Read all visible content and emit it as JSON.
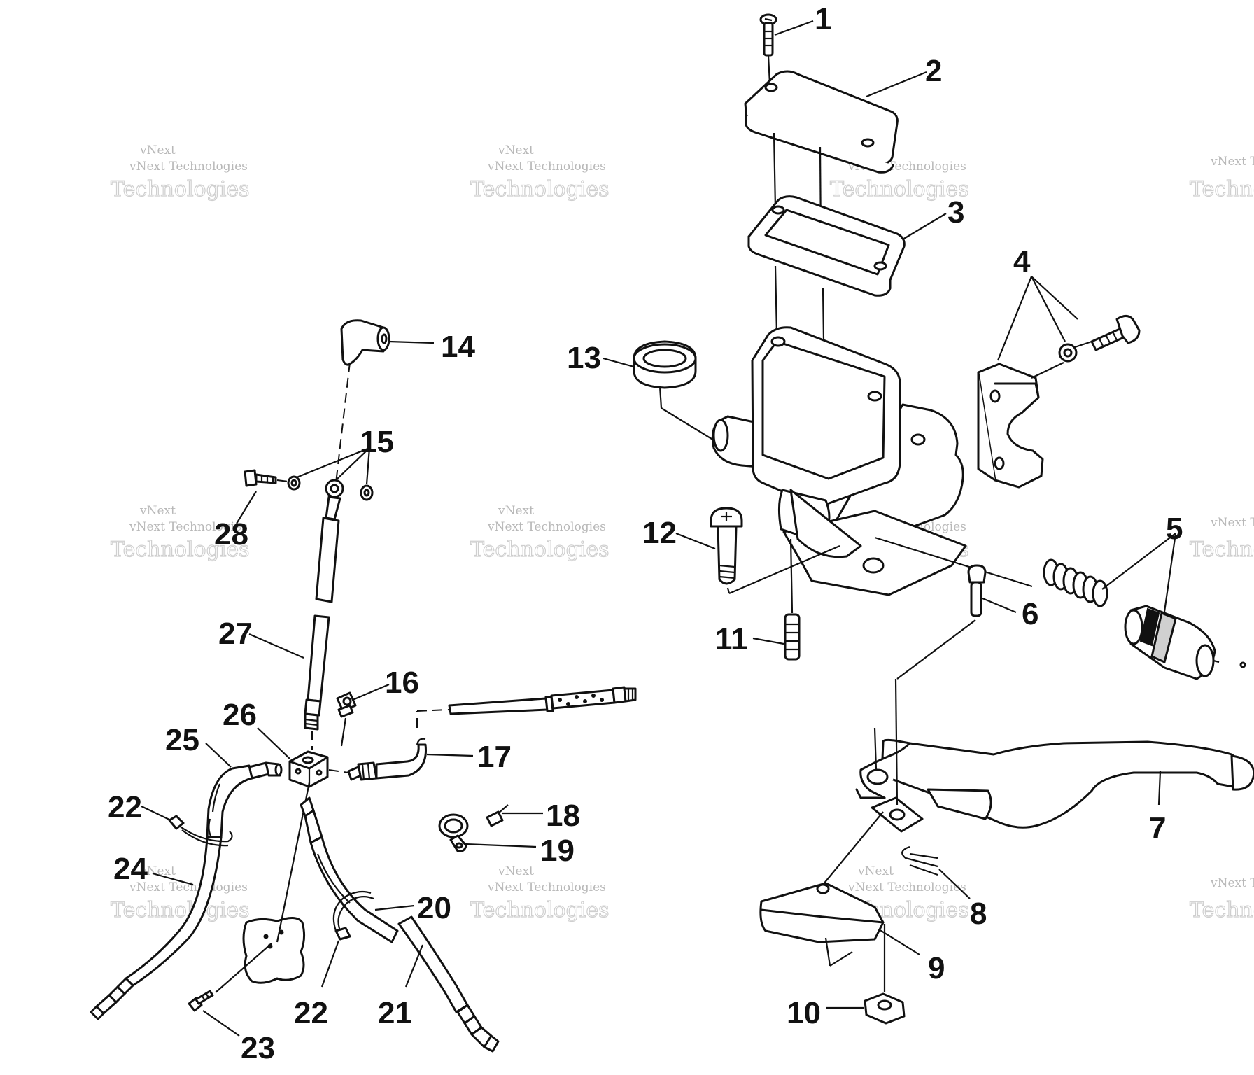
{
  "watermark": {
    "brand": "vNext",
    "line": "vNext Technologies",
    "big": "Technologies"
  },
  "callouts": [
    "1",
    "2",
    "3",
    "4",
    "5",
    "6",
    "7",
    "8",
    "9",
    "10",
    "11",
    "12",
    "13",
    "14",
    "15",
    "16",
    "17",
    "18",
    "19",
    "20",
    "21",
    "22",
    "22",
    "23",
    "24",
    "25",
    "26",
    "27",
    "28"
  ]
}
